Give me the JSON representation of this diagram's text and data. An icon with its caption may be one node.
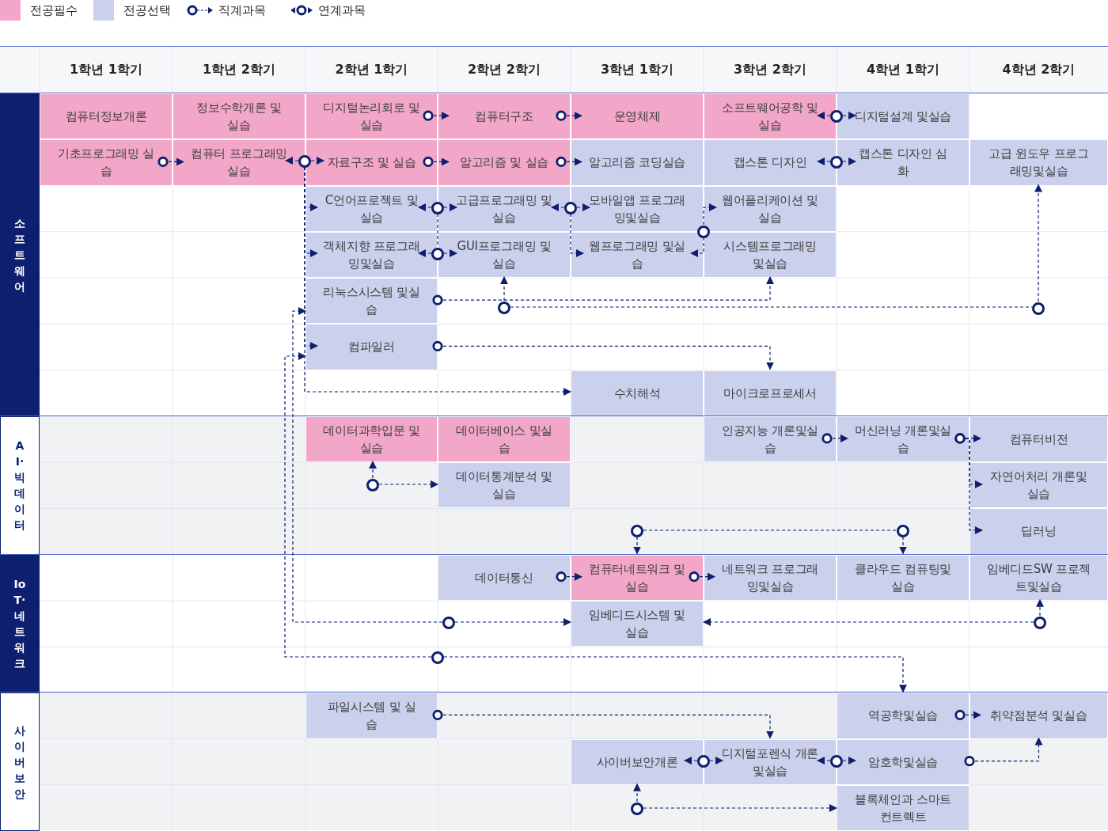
{
  "diagram": {
    "nodes": [
      {
        "text": [
          "소프트웨어"
        ]
      },
      {
        "text": [
          "컴퓨터정보개론"
        ],
        "in": 0
      },
      {
        "text": [
          "정보수학개론 및 실습"
        ],
        "in": 0
      },
      {
        "text": [
          "디지털논리회로 및실습"
        ],
        "in": 0
      },
      {
        "text": [
          "컴퓨터구조"
        ],
        "in": 0
      },
      {
        "text": [
          "운영체제"
        ],
        "in": 0
      },
      {
        "text": [
          "소프트웨어공학 및실습"
        ],
        "in": 0
      },
      {
        "text": [
          "디지털설계 및실습"
        ],
        "in": 0
      },
      {
        "text": [
          "기초프로그래밍 실습"
        ],
        "in": 0
      },
      {
        "text": [
          "컴퓨터 프로그래밍실습"
        ],
        "in": 0
      },
      {
        "text": [
          "자료구조 및 실습"
        ],
        "in": 0
      },
      {
        "text": [
          "알고리즘 및 실습"
        ],
        "in": 0
      },
      {
        "text": [
          "알고리즘 코딩실습"
        ],
        "in": 0
      },
      {
        "text": [
          "캡스톤 디자인"
        ],
        "in": 0
      },
      {
        "text": [
          "캡스톤 디자인 심화"
        ],
        "in": 0
      },
      {
        "text": [
          "고급 윈도우 프로그래밍및실습"
        ],
        "in": 0
      },
      {
        "text": [
          "C언어프로젝트 및실습"
        ],
        "in": 0
      },
      {
        "text": [
          "고급프로그래밍 및실습"
        ],
        "in": 0
      },
      {
        "text": [
          "모바일앱 프로그래밍및실습"
        ],
        "in": 0
      },
      {
        "text": [
          "웹어플리케이션 및실습"
        ],
        "in": 0
      },
      {
        "text": [
          "객체지향 프로그래밍및실습"
        ],
        "in": 0
      },
      {
        "text": [
          "GUI프로그래밍 및실습"
        ],
        "in": 0
      },
      {
        "text": [
          "웹프로그래밍 및실습"
        ],
        "in": 0
      },
      {
        "text": [
          "시스템프로그래밍 및실습"
        ],
        "in": 0
      },
      {
        "text": [
          "리눅스시스템 및실습"
        ],
        "in": 0
      },
      {
        "text": [
          "컴파일러"
        ],
        "in": 0
      },
      {
        "text": [
          "수치해석"
        ],
        "in": 0
      },
      {
        "text": [
          "마이크로프로세서"
        ],
        "in": 0
      },
      {
        "text": [
          "AI·빅데이터"
        ]
      },
      {
        "text": [
          "데이터과학입문 및실습"
        ],
        "in": 28
      },
      {
        "text": [
          "데이터베이스 및실습"
        ],
        "in": 28
      },
      {
        "text": [
          "인공지능 개론및실습"
        ],
        "in": 28
      },
      {
        "text": [
          "머신러닝 개론및실습"
        ],
        "in": 28
      },
      {
        "text": [
          "컴퓨터비전"
        ],
        "in": 28
      },
      {
        "text": [
          "데이터통계분석 및실습"
        ],
        "in": 28
      },
      {
        "text": [
          "자연어처리 개론및실습"
        ],
        "in": 28
      },
      {
        "text": [
          "딥러닝"
        ],
        "in": 28
      },
      {
        "text": [
          "IoT·네트워크"
        ]
      },
      {
        "text": [
          "데이터통신"
        ],
        "in": 37
      },
      {
        "text": [
          "컴퓨터네트워크 및실습"
        ],
        "in": 37
      },
      {
        "text": [
          "네트워크 프로그래밍및실습"
        ],
        "in": 37
      },
      {
        "text": [
          "클라우드 컴퓨팅및실습"
        ],
        "in": 37
      },
      {
        "text": [
          "임베디드SW 프로젝트및실습"
        ],
        "in": 37
      },
      {
        "text": [
          "임베디드시스템 및실습"
        ],
        "in": 37
      },
      {
        "text": [
          "사이버보안"
        ]
      },
      {
        "text": [
          "파일시스템 및 실습"
        ],
        "in": 44
      },
      {
        "text": [
          "역공학및실습"
        ],
        "in": 44
      },
      {
        "text": [
          "취약점분석 및실습"
        ],
        "in": 44
      },
      {
        "text": [
          "사이버보안개론"
        ],
        "in": 44
      },
      {
        "text": [
          "디지털포렌식 개론및실습"
        ],
        "in": 44
      },
      {
        "text": [
          "암호학및실습"
        ],
        "in": 44
      },
      {
        "text": [
          "블록체인과 스마트컨트렉트"
        ],
        "in": 44
      },
      {
        "text": [],
        "shape": "circle",
        "in": 0
      },
      {
        "text": [],
        "shape": "circle",
        "in": 0
      },
      {
        "text": [],
        "shape": "circle",
        "in": 0
      },
      {
        "text": [],
        "shape": "circle",
        "in": 0
      },
      {
        "text": [],
        "shape": "circle",
        "in": 0
      },
      {
        "text": [],
        "shape": "circle",
        "in": 0
      },
      {
        "text": [],
        "shape": "circle",
        "in": 0
      },
      {
        "text": [],
        "shape": "circle",
        "in": 0
      },
      {
        "text": [],
        "shape": "circle",
        "in": 0
      },
      {
        "text": [],
        "shape": "circle",
        "in": 28
      },
      {
        "text": [],
        "shape": "circle",
        "in": 28
      },
      {
        "text": [],
        "shape": "circle",
        "in": 28
      },
      {
        "text": [],
        "shape": "circle",
        "in": 37
      },
      {
        "text": [],
        "shape": "circle",
        "in": 37
      },
      {
        "text": [],
        "shape": "circle",
        "in": 37
      },
      {
        "text": [],
        "shape": "circle",
        "in": 44
      },
      {
        "text": [],
        "shape": "circle",
        "in": 44
      },
      {
        "text": [],
        "shape": "circle",
        "in": 44
      }
    ],
    "edges": [
      {
        "from": 3,
        "to": 4,
        "arrow": "to"
      },
      {
        "from": 4,
        "to": 5,
        "arrow": "to"
      },
      {
        "from": 52,
        "to": 6,
        "arrow": "to"
      },
      {
        "from": 52,
        "to": 7,
        "arrow": "to"
      },
      {
        "from": 8,
        "to": 9,
        "arrow": "to"
      },
      {
        "from": 53,
        "to": 9,
        "arrow": "to"
      },
      {
        "from": 53,
        "to": 10,
        "arrow": "to"
      },
      {
        "from": 10,
        "to": 11,
        "arrow": "to"
      },
      {
        "from": 11,
        "to": 12,
        "arrow": "to"
      },
      {
        "from": 54,
        "to": 13,
        "arrow": "to"
      },
      {
        "from": 54,
        "to": 14,
        "arrow": "to"
      },
      {
        "from": 53,
        "to": 16,
        "arrow": "to"
      },
      {
        "from": 55,
        "to": 16,
        "arrow": "to"
      },
      {
        "from": 55,
        "to": 17,
        "arrow": "to"
      },
      {
        "from": 57,
        "to": 17,
        "arrow": "to"
      },
      {
        "from": 57,
        "to": 18,
        "arrow": "to"
      },
      {
        "from": 58,
        "to": 19,
        "arrow": "to"
      },
      {
        "from": 55,
        "to": 56,
        "arrow": "none"
      },
      {
        "from": 53,
        "to": 20,
        "arrow": "to"
      },
      {
        "from": 56,
        "to": 20,
        "arrow": "to"
      },
      {
        "from": 56,
        "to": 21,
        "arrow": "to"
      },
      {
        "from": 57,
        "to": 22,
        "arrow": "to"
      },
      {
        "from": 58,
        "to": 22,
        "arrow": "to"
      },
      {
        "from": 24,
        "to": 23,
        "arrow": "to"
      },
      {
        "from": 59,
        "to": 21,
        "arrow": "to"
      },
      {
        "from": 59,
        "to": 60,
        "arrow": "none"
      },
      {
        "from": 60,
        "to": 15,
        "arrow": "to"
      },
      {
        "from": 53,
        "to": 25,
        "arrow": "to"
      },
      {
        "from": 25,
        "to": 27,
        "arrow": "to"
      },
      {
        "from": 53,
        "to": 26,
        "arrow": "to"
      },
      {
        "from": 31,
        "to": 32,
        "arrow": "to"
      },
      {
        "from": 32,
        "to": 33,
        "arrow": "to"
      },
      {
        "from": 61,
        "to": 29,
        "arrow": "to"
      },
      {
        "from": 61,
        "to": 34,
        "arrow": "to"
      },
      {
        "from": 32,
        "to": 35,
        "arrow": "to"
      },
      {
        "from": 32,
        "to": 36,
        "arrow": "to"
      },
      {
        "from": 62,
        "to": 63,
        "arrow": "none"
      },
      {
        "from": 62,
        "to": 39,
        "arrow": "to"
      },
      {
        "from": 63,
        "to": 41,
        "arrow": "to"
      },
      {
        "from": 38,
        "to": 39,
        "arrow": "to"
      },
      {
        "from": 39,
        "to": 40,
        "arrow": "to"
      },
      {
        "from": 64,
        "to": 24,
        "arrow": "to"
      },
      {
        "from": 64,
        "to": 43,
        "arrow": "to"
      },
      {
        "from": 65,
        "to": 42,
        "arrow": "to"
      },
      {
        "from": 65,
        "to": 43,
        "arrow": "to"
      },
      {
        "from": 66,
        "to": 25,
        "arrow": "to"
      },
      {
        "from": 66,
        "to": 46,
        "arrow": "to"
      },
      {
        "from": 45,
        "to": 49,
        "arrow": "to"
      },
      {
        "from": 46,
        "to": 47,
        "arrow": "to"
      },
      {
        "from": 67,
        "to": 48,
        "arrow": "to"
      },
      {
        "from": 67,
        "to": 49,
        "arrow": "to"
      },
      {
        "from": 68,
        "to": 49,
        "arrow": "to"
      },
      {
        "from": 68,
        "to": 50,
        "arrow": "to"
      },
      {
        "from": 50,
        "to": 47,
        "arrow": "to"
      },
      {
        "from": 69,
        "to": 48,
        "arrow": "to"
      },
      {
        "from": 69,
        "to": 51,
        "arrow": "to"
      }
    ],
    "labels": [
      "1학년 1학기",
      "1학년 2학기",
      "2학년 1학기",
      "2학년 2학기",
      "3학년 1학기",
      "3학년 2학기",
      "4학년 1학기",
      "4학년 2학기"
    ],
    "legend": [
      {
        "text": "전공필수",
        "color": "#f2a6c8"
      },
      {
        "text": "전공선택",
        "color": "#cbd0ec"
      },
      {
        "text": "직계과목"
      },
      {
        "text": "연계과목"
      }
    ]
  }
}
